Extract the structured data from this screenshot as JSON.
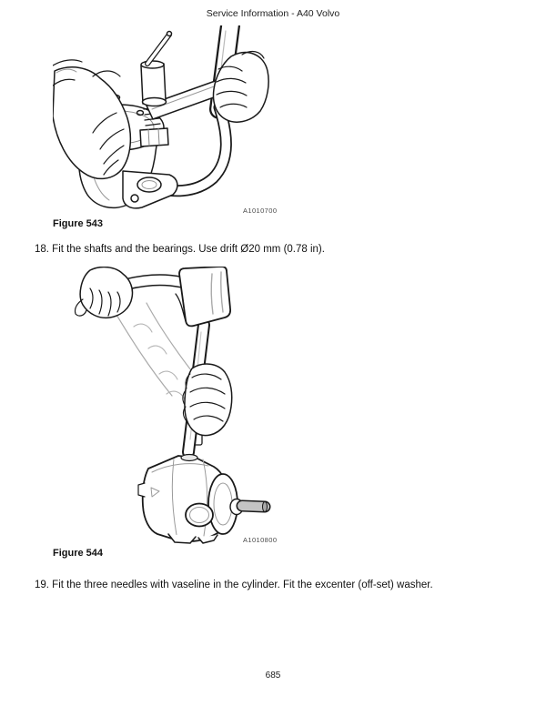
{
  "header": {
    "title": "Service Information - A40 Volvo"
  },
  "figures": [
    {
      "code": "A1010700",
      "caption": "Figure 543",
      "illustration": "clamp-puller-tool-on-bearing-housing-held-by-two-hands"
    },
    {
      "code": "A1010800",
      "caption": "Figure 544",
      "illustration": "hammer-driving-drift-into-pump-housing"
    }
  ],
  "steps": [
    "18. Fit the shafts and the bearings. Use drift Ø20 mm (0.78 in).",
    "19. Fit the three needles with vaseline in the cylinder. Fit the excenter (off-set) washer."
  ],
  "footer": {
    "page_number": "685"
  },
  "colors": {
    "background": "#ffffff",
    "text": "#000000",
    "figure_code_text": "#4a4a4a",
    "line_art_primary": "#1a1a1a",
    "line_art_secondary": "#9a9a9a"
  }
}
